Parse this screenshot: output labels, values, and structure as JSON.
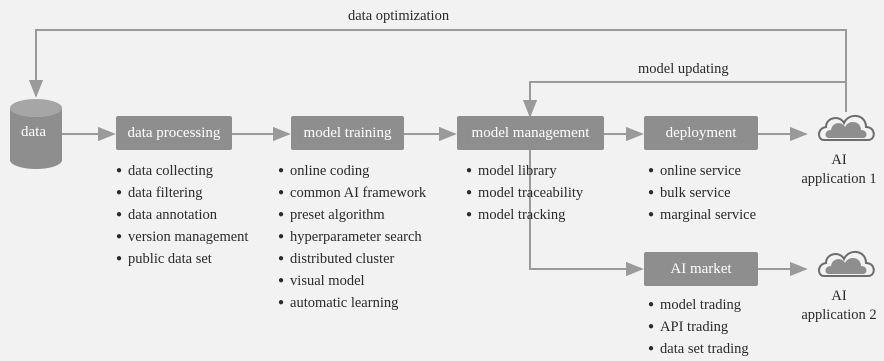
{
  "feedback": {
    "data_optimization": "data optimization",
    "model_updating": "model updating"
  },
  "nodes": {
    "data": "data",
    "data_processing": "data processing",
    "model_training": "model training",
    "model_management": "model management",
    "deployment": "deployment",
    "ai_market": "AI market"
  },
  "apps": {
    "app1": {
      "line1": "AI",
      "line2": "application 1",
      "icon": "cloud-icon"
    },
    "app2": {
      "line1": "AI",
      "line2": "application 2",
      "icon": "cloud-icon"
    }
  },
  "lists": {
    "data_processing": [
      "data collecting",
      "data filtering",
      "data annotation",
      "version management",
      "public data set"
    ],
    "model_training": [
      "online coding",
      "common AI framework",
      "preset algorithm",
      "hyperparameter search",
      "distributed cluster",
      "visual model",
      "automatic learning"
    ],
    "model_management": [
      "model library",
      "model traceability",
      "model tracking"
    ],
    "deployment": [
      "online service",
      "bulk service",
      "marginal service"
    ],
    "ai_market": [
      "model trading",
      "API trading",
      "data set trading"
    ]
  },
  "colors": {
    "box": "#8e8e8e",
    "line": "#9a9a9a",
    "background": "#f2f2f2",
    "text": "#2a2a2a"
  }
}
